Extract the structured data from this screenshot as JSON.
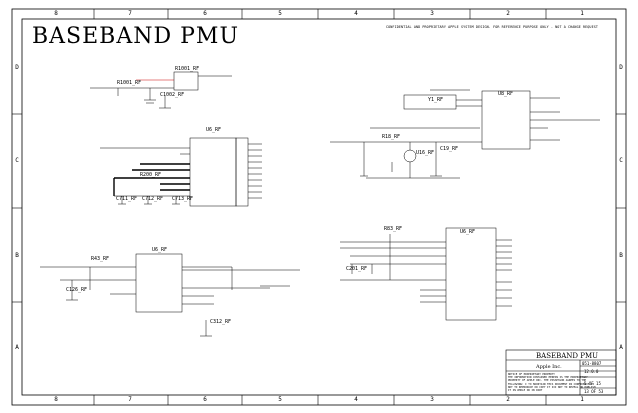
{
  "sheet": {
    "title": "BASEBAND PMU",
    "confidential": "CONFIDENTIAL AND PROPRIETARY APPLE SYSTEM DESIGN. FOR REFERENCE PURPOSE ONLY - NOT A CHANGE REQUEST",
    "columns": [
      "8",
      "7",
      "6",
      "5",
      "4",
      "3",
      "2",
      "1"
    ],
    "rows": [
      "D",
      "C",
      "B",
      "A"
    ]
  },
  "title_block": {
    "title": "BASEBAND PMU",
    "company": "Apple Inc.",
    "doc_number": "051-8807",
    "revision": "12.0.0",
    "sheet_page": "5 OF 15",
    "sheet_total": "13 OF 53",
    "notice_heading": "NOTICE OF PROPRIETARY PROPERTY",
    "notice_body": "THE INFORMATION CONTAINED HEREIN IS THE PROPRIETARY PROPERTY OF APPLE INC. THE POSSESSOR AGREES TO THE FOLLOWING: I TO MAINTAIN THIS DOCUMENT IN CONFIDENCE II NOT TO REPRODUCE OR COPY IT III NOT TO REVEAL OR PUBLISH IT IN WHOLE OR IN PART"
  },
  "components": {
    "r1001": "R1001_RF",
    "u1001": "R1001_RF",
    "c1002": "C1002_RF",
    "u6_top": "U6_RF",
    "r200": "R200_RF",
    "c711": "C711_RF",
    "c712": "C712_RF",
    "c713": "C713_RF",
    "y1": "Y1_RF",
    "u8": "U8_RF",
    "r18": "R18_RF",
    "u16": "U16_RF",
    "c19": "C19_RF",
    "u6_mid": "U6_RF",
    "r83": "R83_RF",
    "c201": "C201_RF",
    "u6_bot": "U6_RF",
    "r43": "R43_RF",
    "c126": "C126_RF",
    "c312": "C312_RF"
  }
}
